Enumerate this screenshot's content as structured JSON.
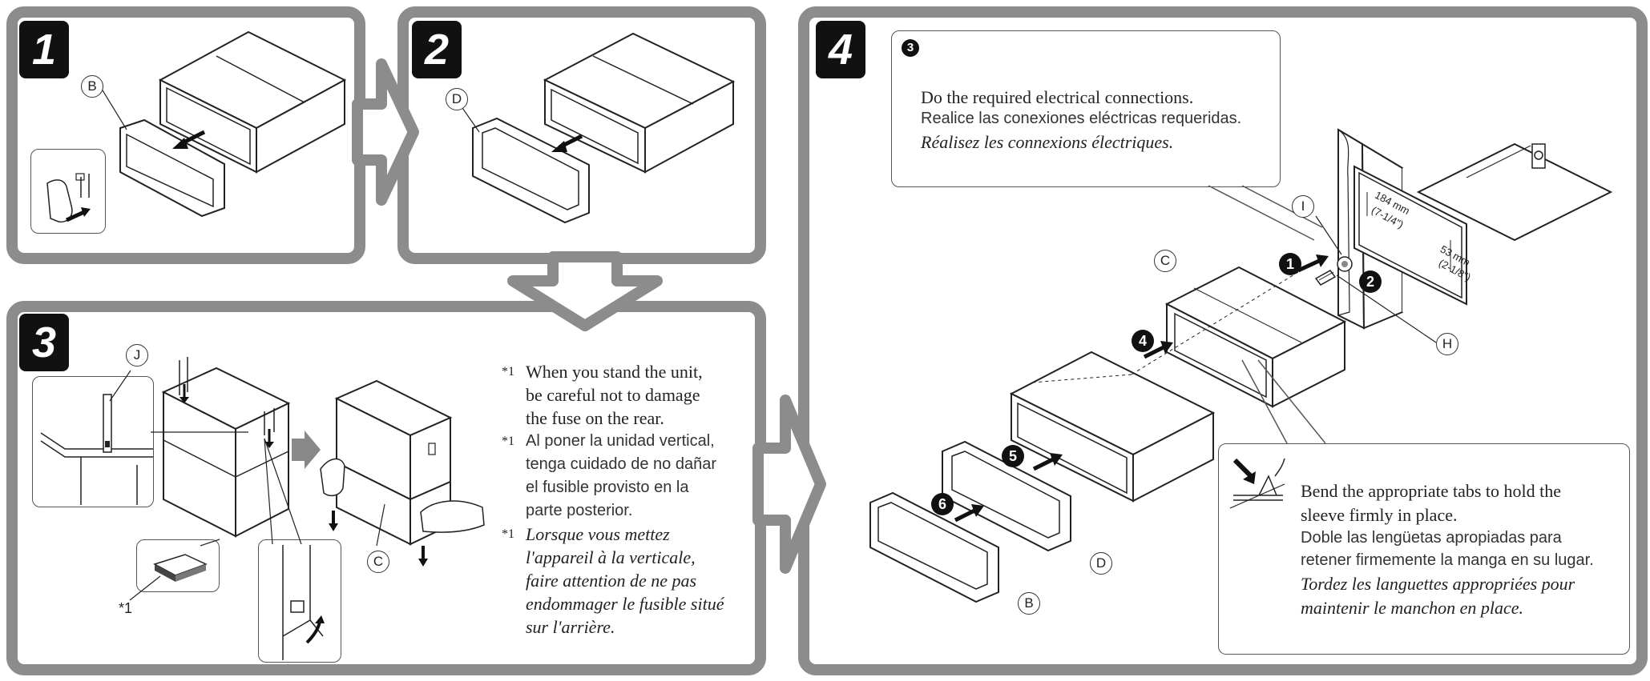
{
  "steps": {
    "s1": "1",
    "s2": "2",
    "s3": "3",
    "s4": "4"
  },
  "parts": {
    "b": "B",
    "c": "C",
    "d": "D",
    "h": "H",
    "i": "I",
    "j": "J"
  },
  "step3_note": {
    "marker": "*1",
    "en": [
      "When you stand the unit,",
      "be careful not to damage",
      "the fuse on the rear."
    ],
    "es": [
      "Al poner la unidad vertical,",
      "tenga cuidado de no dañar",
      "el fusible provisto en la",
      "parte posterior."
    ],
    "fr": [
      "Lorsque vous mettez",
      "l'appareil à la verticale,",
      "faire attention de ne pas",
      "endommager le fusible situé",
      "sur l'arrière."
    ],
    "fuse_label": "*1"
  },
  "step4": {
    "callout_top": {
      "num": "3",
      "en": "Do the required electrical connections.",
      "es": "Realice las conexiones eléctricas requeridas.",
      "fr": "Réalisez les connexions électriques."
    },
    "callout_bottom": {
      "en": [
        "Bend the appropriate tabs to hold the",
        "sleeve firmly in place."
      ],
      "es": [
        "Doble las lengüetas apropiadas para",
        "retener firmemente la manga en su lugar."
      ],
      "fr": [
        "Tordez les languettes appropriées pour",
        "maintenir le manchon en place."
      ]
    },
    "seq": {
      "n1": "1",
      "n2": "2",
      "n4": "4",
      "n5": "5",
      "n6": "6"
    },
    "dims": {
      "width_mm": "184 mm",
      "width_in": "(7-1/4\")",
      "height_mm": "53 mm",
      "height_in": "(2-1/8\")"
    }
  },
  "colors": {
    "frame": "#8c8c8c",
    "badge": "#111111"
  }
}
